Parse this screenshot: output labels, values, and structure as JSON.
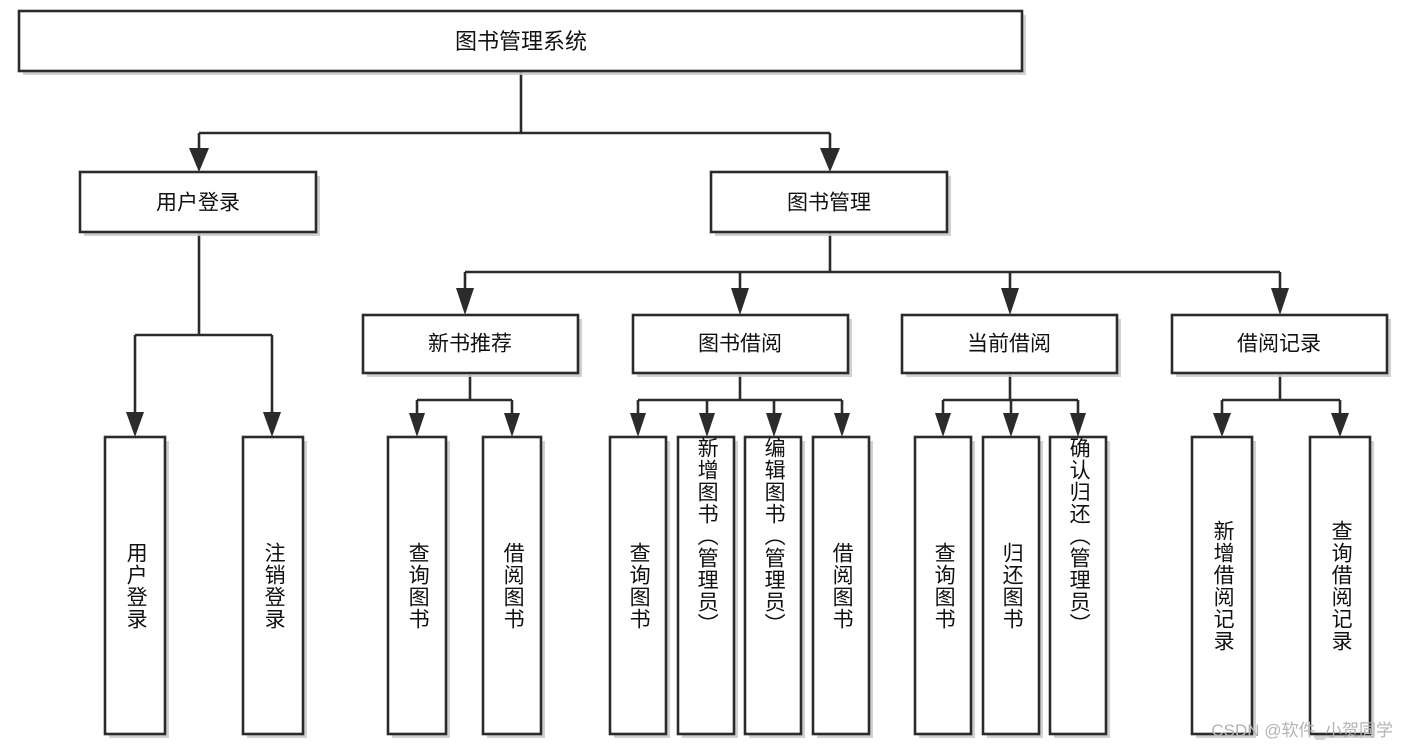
{
  "diagram": {
    "type": "tree",
    "title_node": {
      "id": "root",
      "label": "图书管理系统"
    },
    "level2": [
      {
        "id": "user-login",
        "label": "用户登录"
      },
      {
        "id": "book-manage",
        "label": "图书管理"
      }
    ],
    "level3": [
      {
        "id": "new-book-recommend",
        "label": "新书推荐",
        "parent": "book-manage"
      },
      {
        "id": "book-borrow",
        "label": "图书借阅",
        "parent": "book-manage"
      },
      {
        "id": "current-borrow",
        "label": "当前借阅",
        "parent": "book-manage"
      },
      {
        "id": "borrow-record",
        "label": "借阅记录",
        "parent": "book-manage"
      }
    ],
    "leaves": [
      {
        "id": "leaf-user-login",
        "label": "用户登录",
        "parent": "user-login"
      },
      {
        "id": "leaf-logout-login",
        "label": "注销登录",
        "parent": "user-login"
      },
      {
        "id": "leaf-query-book-1",
        "label": "查询图书",
        "parent": "new-book-recommend"
      },
      {
        "id": "leaf-borrow-book-1",
        "label": "借阅图书",
        "parent": "new-book-recommend"
      },
      {
        "id": "leaf-query-book-2",
        "label": "查询图书",
        "parent": "book-borrow"
      },
      {
        "id": "leaf-add-book",
        "label": "新增图书（管理员）",
        "parent": "book-borrow"
      },
      {
        "id": "leaf-edit-book",
        "label": "编辑图书（管理员）",
        "parent": "book-borrow"
      },
      {
        "id": "leaf-borrow-book-2",
        "label": "借阅图书",
        "parent": "book-borrow"
      },
      {
        "id": "leaf-query-book-3",
        "label": "查询图书",
        "parent": "current-borrow"
      },
      {
        "id": "leaf-return-book",
        "label": "归还图书",
        "parent": "current-borrow"
      },
      {
        "id": "leaf-confirm-return",
        "label": "确认归还（管理员）",
        "parent": "current-borrow"
      },
      {
        "id": "leaf-add-record",
        "label": "新增借阅记录",
        "parent": "borrow-record"
      },
      {
        "id": "leaf-query-record",
        "label": "查询借阅记录",
        "parent": "borrow-record"
      }
    ],
    "colors": {
      "box_fill": "#ffffff",
      "box_stroke": "#2b2b2b",
      "text": "#111111",
      "watermark": "#b3b3b3",
      "background": "#ffffff"
    }
  },
  "watermark": {
    "text": "CSDN @软件_小贺同学"
  }
}
